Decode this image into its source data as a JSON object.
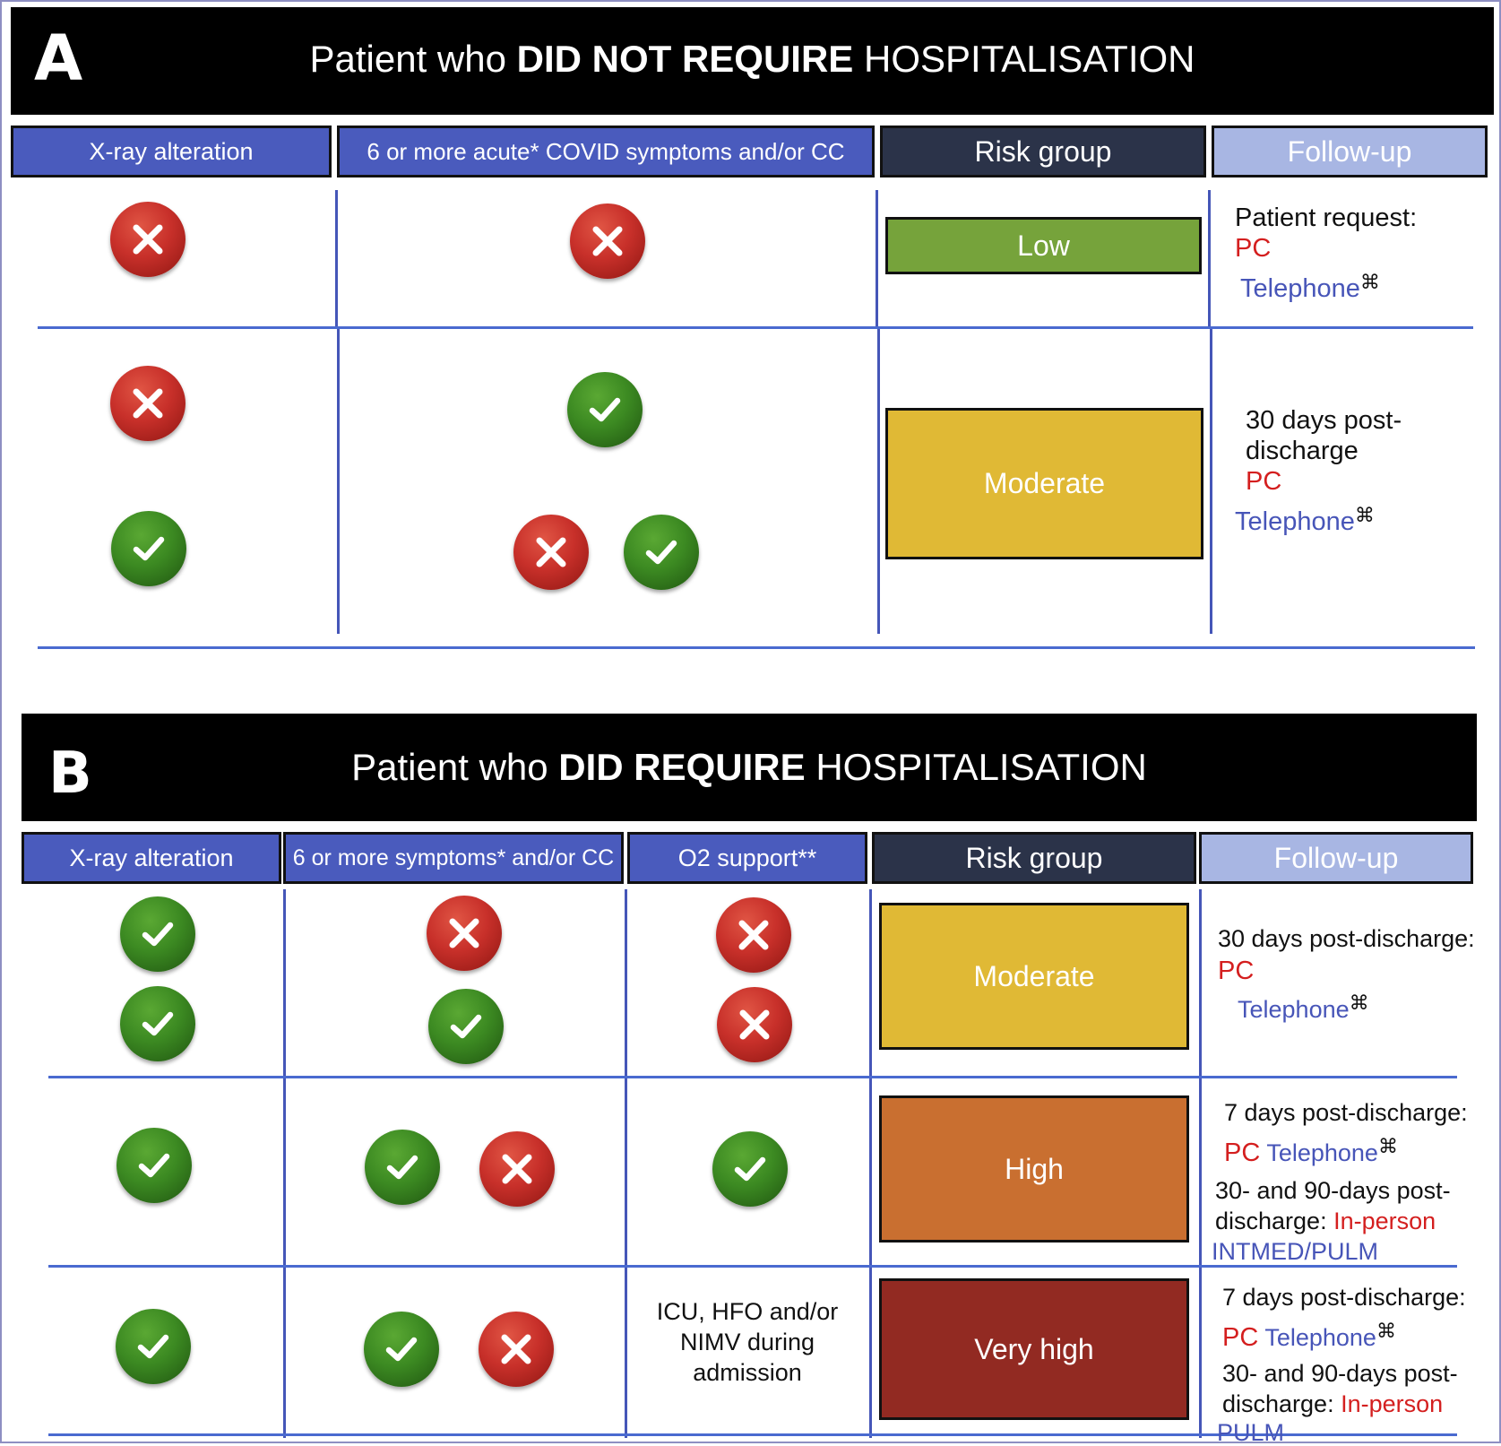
{
  "panel_a": {
    "letter": "A",
    "title_pre": "Patient who ",
    "title_bold": "DID NOT REQUIRE",
    "title_post": " HOSPITALISATION",
    "headers": [
      "X-ray alteration",
      "6 or more acute* COVID symptoms and/or CC",
      "Risk group",
      "Follow-up"
    ],
    "rows": [
      {
        "risk": "Low",
        "risk_color": "#76a33b",
        "followup": {
          "line1": "Patient request:",
          "pc": "PC",
          "tel": "Telephone",
          "mark": "⌘"
        }
      },
      {
        "risk": "Moderate",
        "risk_color": "#e0b935",
        "followup": {
          "line1": "30 days post-",
          "line2": "discharge",
          "pc": "PC",
          "tel": "Telephone",
          "mark": "⌘"
        }
      }
    ]
  },
  "panel_b": {
    "letter": "B",
    "title_pre": "Patient who ",
    "title_bold": "DID REQUIRE",
    "title_post": " HOSPITALISATION",
    "headers": [
      "X-ray alteration",
      "6 or more symptoms* and/or CC",
      "O2 support**",
      "Risk group",
      "Follow-up"
    ],
    "rows": [
      {
        "risk": "Moderate",
        "risk_color": "#e0b935",
        "followup": {
          "line1": "30 days post-discharge:",
          "pc": "PC",
          "tel": "Telephone",
          "mark": "⌘"
        }
      },
      {
        "risk": "High",
        "risk_color": "#c96f30",
        "followup": {
          "line1": "7 days post-discharge:",
          "pc": "PC",
          "tel": "Telephone",
          "mark": "⌘",
          "line3": "30- and 90-days post-",
          "line4_pre": "discharge: ",
          "line4_red": "In-person",
          "line5": "INTMED/PULM"
        }
      },
      {
        "risk": "Very high",
        "risk_color": "#922a22",
        "o2_note": [
          "ICU, HFO and/or",
          "NIMV during",
          "admission"
        ],
        "followup": {
          "line1": "7 days post-discharge:",
          "pc": "PC",
          "tel": "Telephone",
          "mark": "⌘",
          "line3": "30- and 90-days post-",
          "line4_pre": "discharge: ",
          "line4_red": "In-person",
          "line5": "PULM"
        }
      }
    ]
  },
  "colors": {
    "x_icon": "#c8302a",
    "check_icon": "#3c8a22",
    "header_blue": "#4a5bbd",
    "header_navy": "#2b3349",
    "header_light": "#a8b6e3",
    "grid_line": "#4556b8"
  },
  "icons": {
    "no": "cross-icon",
    "yes": "check-icon"
  }
}
